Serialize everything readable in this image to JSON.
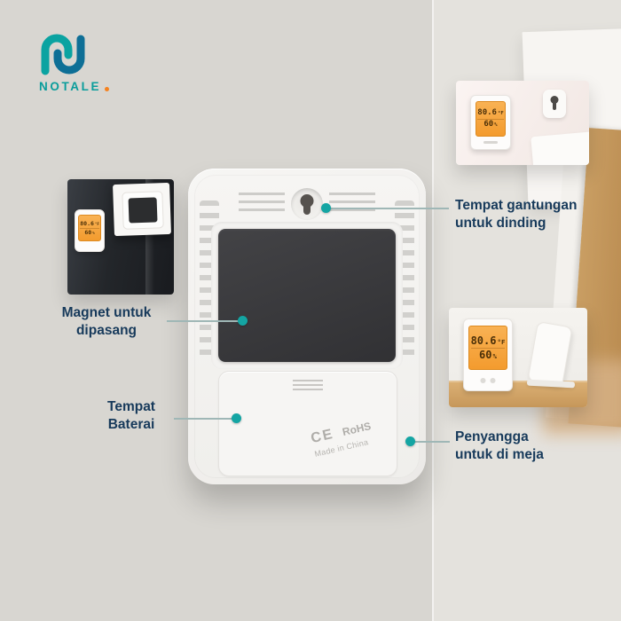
{
  "theme": {
    "bg": "#d8d6d1",
    "wall": "#e4e2dd",
    "accent": "#14a5a3",
    "label": "#173a5b",
    "line": "#9fb7b6",
    "lcd_top": "#f9b254",
    "lcd_bottom": "#f39b2e",
    "lcd_border": "#dd8a20",
    "lcd_text": "#4c3008"
  },
  "logo": {
    "brand": "NOTALE"
  },
  "device_back": {
    "ce": "CE",
    "rohs": "RoHS",
    "made_in": "Made in China"
  },
  "lcd": {
    "temp": "80.6",
    "temp_unit": "°F",
    "hum": "60",
    "hum_unit": "%"
  },
  "callouts": {
    "hanger": {
      "label": "Tempat gantungan\nuntuk dinding"
    },
    "magnet": {
      "label": "Magnet untuk\ndipasang"
    },
    "battery": {
      "label": "Tempat\nBaterai"
    },
    "stand": {
      "label": "Penyangga\nuntuk di meja"
    }
  }
}
